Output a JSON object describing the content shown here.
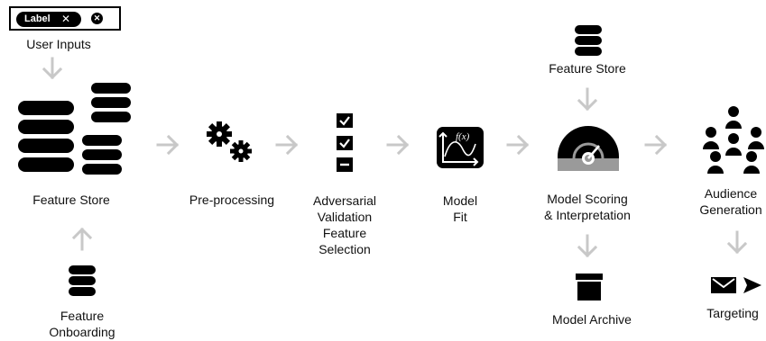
{
  "input_widget": {
    "chip_label": "Label",
    "chip_remove": "✕",
    "clear": "✕"
  },
  "labels": {
    "user_inputs": "User Inputs",
    "feature_store_main": "Feature Store",
    "feature_onboarding": "Feature\nOnboarding",
    "preprocessing": "Pre-processing",
    "adversarial": "Adversarial\nValidation\nFeature\nSelection",
    "model_fit": "Model\nFit",
    "feature_store_top": "Feature Store",
    "model_scoring": "Model Scoring\n& Interpretation",
    "model_archive": "Model Archive",
    "audience_generation": "Audience\nGeneration",
    "targeting": "Targeting"
  },
  "model_fit_formula": "f(x)",
  "colors": {
    "arrow": "#c8c8c8",
    "icon": "#000000",
    "gauge_gray": "#9a9a9a"
  }
}
